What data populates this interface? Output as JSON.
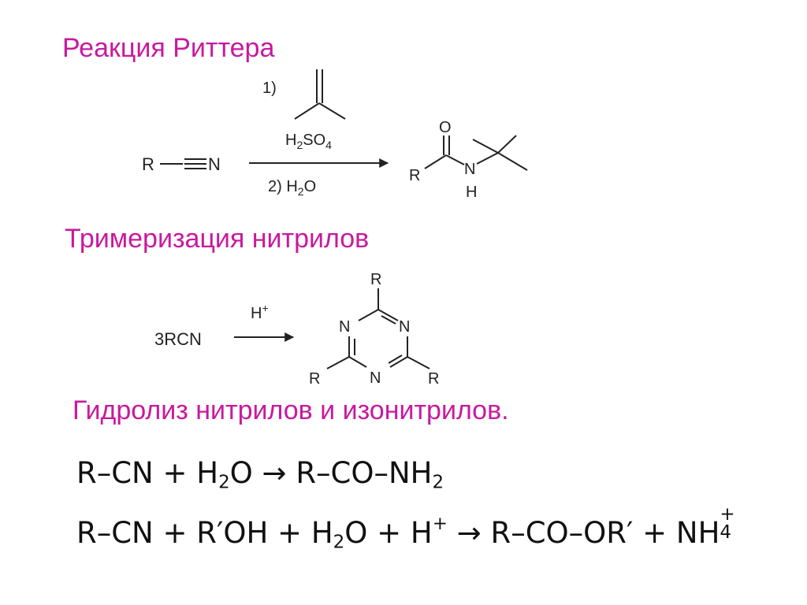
{
  "headings": {
    "ritter": "Реакция Риттера",
    "trimer": "Тримеризация нитрилов",
    "hydrolysis": "Гидролиз нитрилов и изонитрилов."
  },
  "ritter_scheme": {
    "reactant_r": "R",
    "reactant_n": "N",
    "step1_label": "1)",
    "reagent_h": "H",
    "reagent_h_sub": "2",
    "reagent_so": "SO",
    "reagent_so_sub": "4",
    "step2_label": "2) H",
    "step2_sub": "2",
    "step2_o": "O",
    "product_o": "O",
    "product_r": "R",
    "product_n": "N",
    "product_h": "H"
  },
  "trimer_scheme": {
    "reactant": "3RCN",
    "catalyst": "H",
    "catalyst_sup": "+",
    "ring_n": "N",
    "ring_r": "R"
  },
  "equations": {
    "eq1": {
      "lhs": "R–CN + H",
      "sub1": "2",
      "mid": "O → R–CO–NH",
      "sub2": "2"
    },
    "eq2": {
      "part1": "R–CN + R′OH + H",
      "sub1": "2",
      "part2": "O + H",
      "sup1": "+",
      "part3": " → R–CO–OR′ + NH",
      "ion_sup": "+",
      "ion_sub": "4"
    }
  }
}
